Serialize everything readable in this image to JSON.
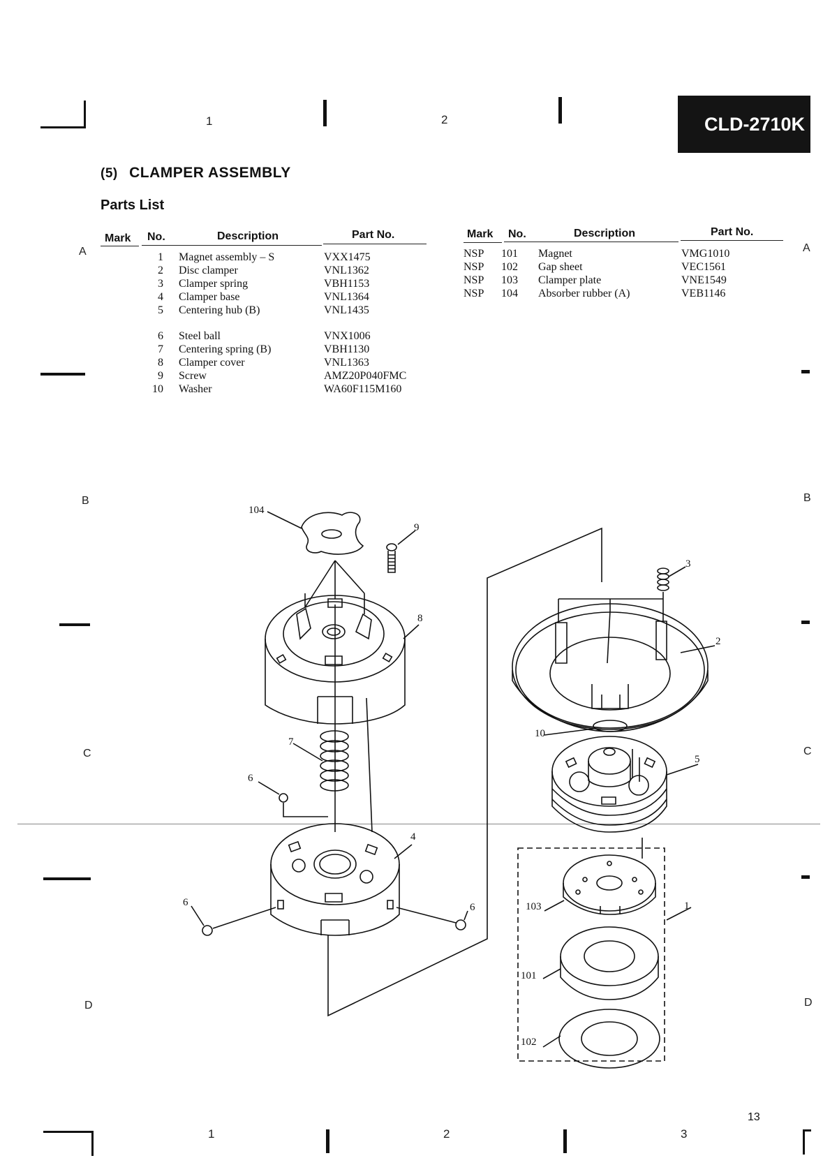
{
  "header": {
    "model_badge": "CLD-2710K",
    "grid_columns_top": [
      "1",
      "2"
    ],
    "grid_columns_bottom": [
      "1",
      "2",
      "3"
    ],
    "grid_rows": [
      "A",
      "B",
      "C",
      "D"
    ]
  },
  "section": {
    "number": "(5)",
    "title": "CLAMPER ASSEMBLY",
    "parts_list_title": "Parts List"
  },
  "table_headers": {
    "mark": "Mark",
    "no": "No.",
    "description": "Description",
    "part_no": "Part No."
  },
  "parts_left": [
    {
      "mark": "",
      "no": "1",
      "description": "Magnet assembly – S",
      "part_no": "VXX1475"
    },
    {
      "mark": "",
      "no": "2",
      "description": "Disc clamper",
      "part_no": "VNL1362"
    },
    {
      "mark": "",
      "no": "3",
      "description": "Clamper spring",
      "part_no": "VBH1153"
    },
    {
      "mark": "",
      "no": "4",
      "description": "Clamper base",
      "part_no": "VNL1364"
    },
    {
      "mark": "",
      "no": "5",
      "description": "Centering hub (B)",
      "part_no": "VNL1435"
    },
    {
      "mark": "",
      "no": "6",
      "description": "Steel ball",
      "part_no": "VNX1006"
    },
    {
      "mark": "",
      "no": "7",
      "description": "Centering spring (B)",
      "part_no": "VBH1130"
    },
    {
      "mark": "",
      "no": "8",
      "description": "Clamper cover",
      "part_no": "VNL1363"
    },
    {
      "mark": "",
      "no": "9",
      "description": "Screw",
      "part_no": "AMZ20P040FMC"
    },
    {
      "mark": "",
      "no": "10",
      "description": "Washer",
      "part_no": "WA60F115M160"
    }
  ],
  "parts_right": [
    {
      "mark": "NSP",
      "no": "101",
      "description": "Magnet",
      "part_no": "VMG1010"
    },
    {
      "mark": "NSP",
      "no": "102",
      "description": "Gap sheet",
      "part_no": "VEC1561"
    },
    {
      "mark": "NSP",
      "no": "103",
      "description": "Clamper plate",
      "part_no": "VNE1549"
    },
    {
      "mark": "NSP",
      "no": "104",
      "description": "Absorber rubber (A)",
      "part_no": "VEB1146"
    }
  ],
  "callouts": {
    "c104": "104",
    "c9": "9",
    "c8": "8",
    "c7": "7",
    "c6a": "6",
    "c6b": "6",
    "c6c": "6",
    "c4": "4",
    "c3": "3",
    "c2": "2",
    "c10": "10",
    "c5": "5",
    "c103": "103",
    "c1": "1",
    "c101": "101",
    "c102": "102"
  },
  "footer": {
    "page_number": "13"
  }
}
